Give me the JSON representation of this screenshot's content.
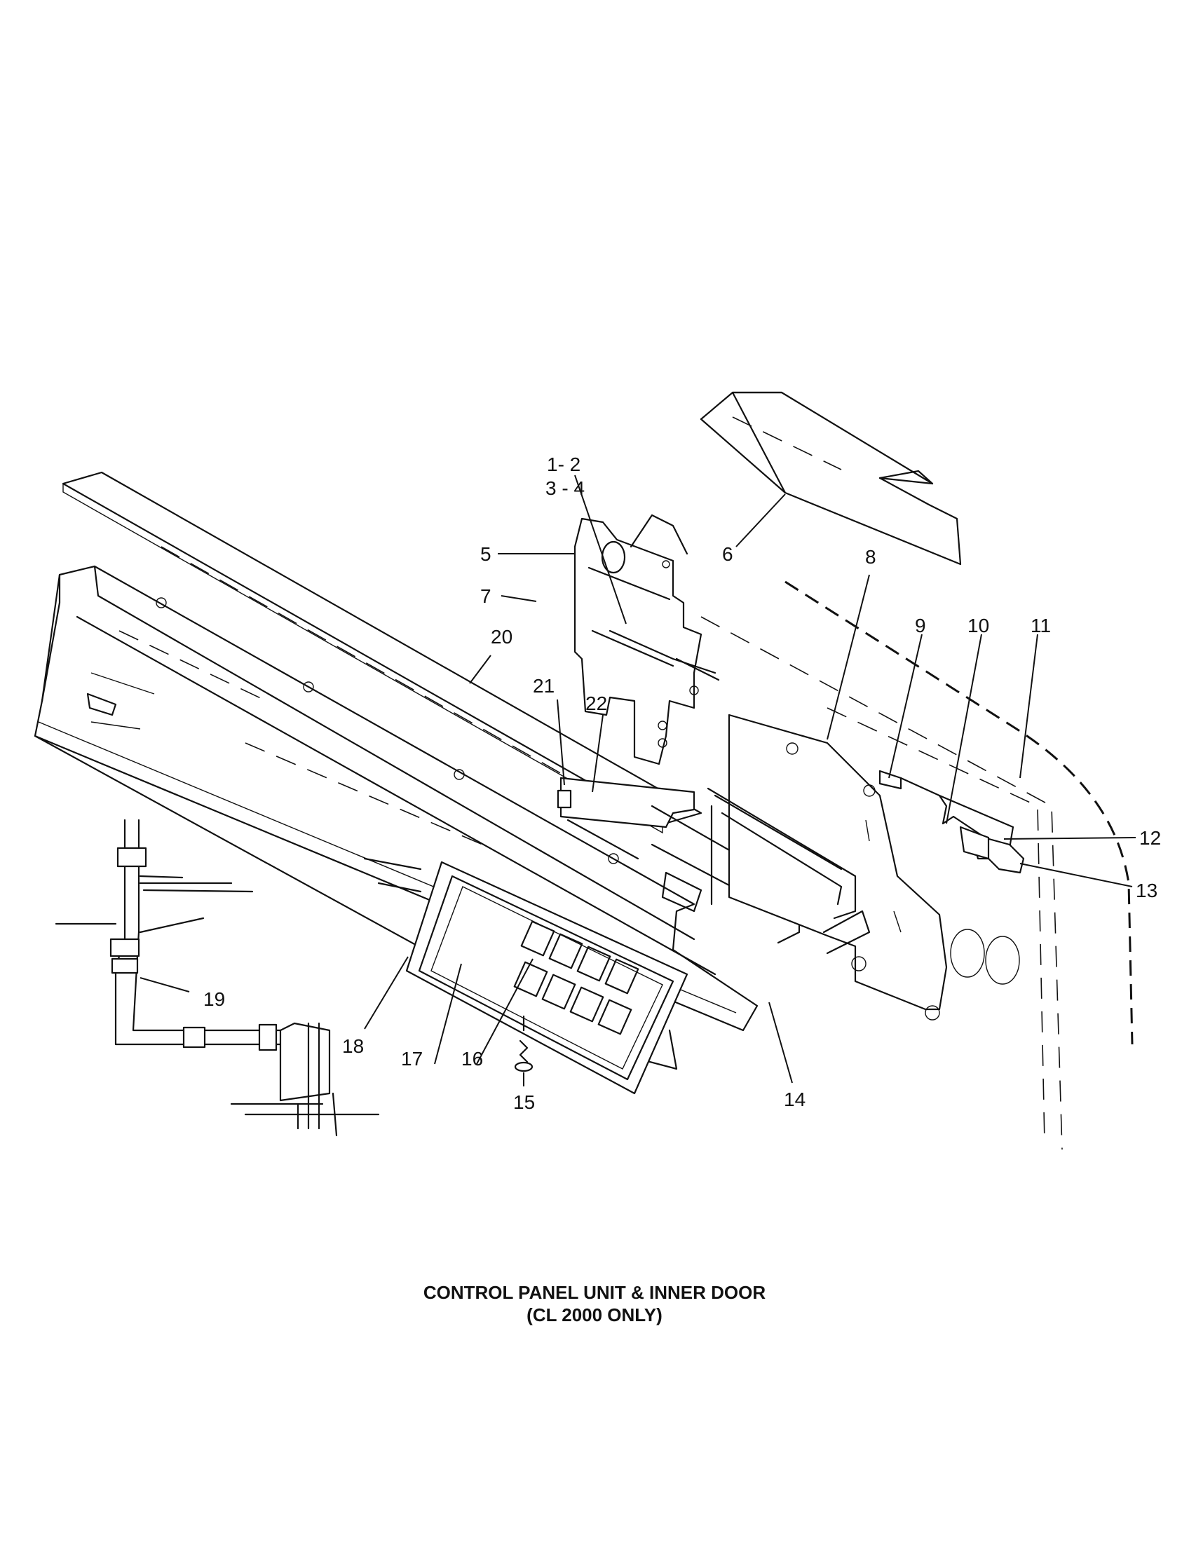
{
  "caption": {
    "line1": "CONTROL PANEL UNIT & INNER DOOR",
    "line2": "(CL 2000 ONLY)"
  },
  "callouts": {
    "c1_2": "1- 2",
    "c3_4": "3 - 4",
    "c5": "5",
    "c6": "6",
    "c7": "7",
    "c8": "8",
    "c9": "9",
    "c10": "10",
    "c11": "11",
    "c12": "12",
    "c13": "13",
    "c14": "14",
    "c15": "15",
    "c16": "16",
    "c17": "17",
    "c18": "18",
    "c19": "19",
    "c20": "20",
    "c21": "21",
    "c22": "22"
  }
}
